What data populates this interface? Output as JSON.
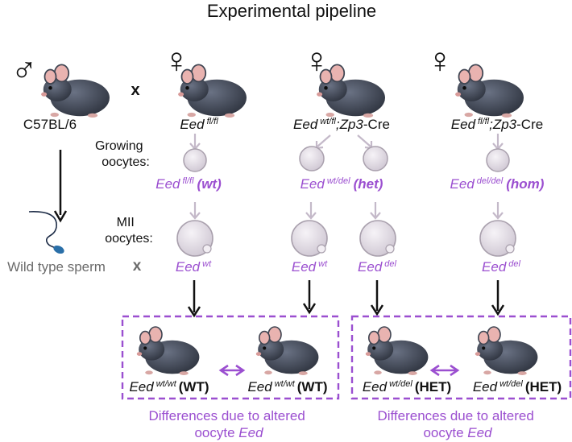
{
  "title": "Experimental pipeline",
  "symbols": {
    "male": "♂",
    "female": "♀",
    "cross": "x"
  },
  "parents": {
    "male_strain": "C57BL/6",
    "female1": {
      "gene": "Eed",
      "sup": "fl/fl"
    },
    "female2": {
      "gene": "Eed",
      "sup": "wt/fl",
      "suffix_italic": ";Zp3",
      "suffix": "-Cre"
    },
    "female3": {
      "gene": "Eed",
      "sup": "fl/fl",
      "suffix_italic": ";Zp3",
      "suffix": "-Cre"
    }
  },
  "stage_labels": {
    "growing_line1": "Growing",
    "growing_line2": "oocytes:",
    "mii_line1": "MII",
    "mii_line2": "oocytes:"
  },
  "growing_oocytes": [
    {
      "gene": "Eed",
      "sup": "fl/fl",
      "tag": "(wt)"
    },
    {
      "gene": "Eed",
      "sup": "wt/del",
      "tag": "(het)"
    },
    {
      "gene": "Eed",
      "sup": "del/del",
      "tag": "(hom)"
    }
  ],
  "mii_oocytes": [
    {
      "gene": "Eed",
      "sup": "wt"
    },
    {
      "gene": "Eed",
      "sup": "wt"
    },
    {
      "gene": "Eed",
      "sup": "del"
    },
    {
      "gene": "Eed",
      "sup": "del"
    }
  ],
  "sperm_label": "Wild type sperm",
  "offspring": [
    {
      "gene": "Eed",
      "sup": "wt/wt",
      "tag": "(WT)"
    },
    {
      "gene": "Eed",
      "sup": "wt/wt",
      "tag": "(WT)"
    },
    {
      "gene": "Eed",
      "sup": "wt/del",
      "tag": "(HET)"
    },
    {
      "gene": "Eed",
      "sup": "wt/del",
      "tag": "(HET)"
    }
  ],
  "differences": [
    {
      "line1": "Differences due to altered",
      "line2_prefix": "oocyte ",
      "line2_gene": "Eed"
    },
    {
      "line1": "Differences due to altered",
      "line2_prefix": "oocyte ",
      "line2_gene": "Eed"
    }
  ],
  "colors": {
    "purple": "#9b4fd0",
    "gray_arrow": "#c4b9c9",
    "black": "#111111",
    "mouse_body": "#3f4552",
    "mouse_ear": "#e9b3b0",
    "oocyte_fill": "#e4dfe6",
    "oocyte_stroke": "#a9a0ad",
    "sperm": "#2a6fa8"
  }
}
